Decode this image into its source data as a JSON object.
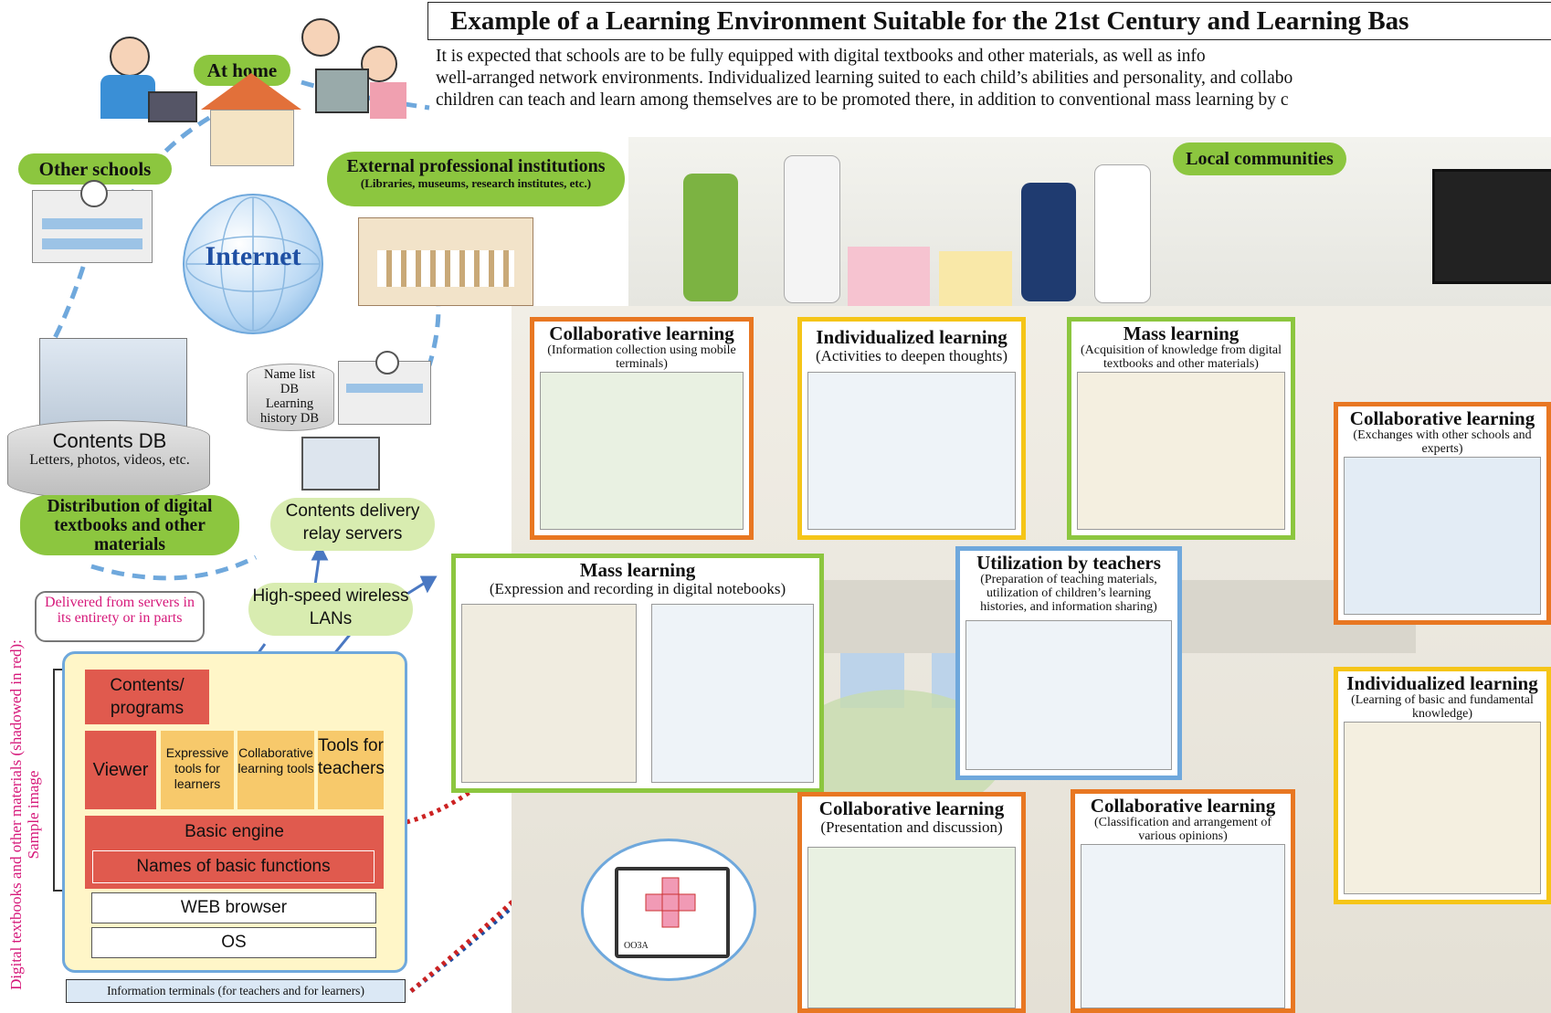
{
  "title": "Example of a Learning Environment Suitable for the 21st Century and Learning Bas",
  "intro": [
    "It is expected that schools are to be fully equipped with digital textbooks and other materials, as well as info",
    "well-arranged network environments. Individualized learning suited to each child’s abilities and personality, and collabo",
    "children can teach and learn among themselves are to be promoted there, in addition to conventional mass learning by c"
  ],
  "left": {
    "at_home": "At home",
    "other_schools": "Other schools",
    "external": "External professional institutions",
    "external_sub": "(Libraries, museums, research institutes, etc.)",
    "internet": "Internet",
    "name_list": [
      "Name list",
      "DB",
      "Learning",
      "history DB"
    ],
    "contents_db": "Contents DB",
    "contents_db_sub": "Letters, photos, videos, etc.",
    "distribution": "Distribution of digital textbooks and other materials",
    "relay": "Contents delivery relay servers",
    "wlan": "High-speed wireless LANs",
    "delivered": "Delivered from servers in its entirety or in parts",
    "side_label": "Digital textbooks and other materials (shadowed in red): Sample image"
  },
  "stack": {
    "contents": "Contents/ programs",
    "viewer": "Viewer",
    "expressive": "Expressive tools for learners",
    "collab_tools": "Collaborative learning tools",
    "tools_teachers": "Tools for teachers",
    "basic_engine": "Basic engine",
    "basic_functions": "Names of basic functions",
    "browser": "WEB browser",
    "os": "OS",
    "terminals": "Information terminals (for teachers and for learners)"
  },
  "local": "Local communities",
  "panels": {
    "collab1": {
      "title": "Collaborative learning",
      "sub": "(Information collection using mobile terminals)"
    },
    "indiv1": {
      "title": "Individualized learning",
      "sub": "(Activities to deepen thoughts)"
    },
    "mass1": {
      "title": "Mass learning",
      "sub": "(Acquisition of knowledge from digital textbooks and other materials)"
    },
    "collab2": {
      "title": "Collaborative learning",
      "sub": "(Exchanges with other schools and experts)"
    },
    "mass2": {
      "title": "Mass learning",
      "sub": "(Expression and recording in digital notebooks)"
    },
    "teachers": {
      "title": "Utilization by teachers",
      "sub": "(Preparation of teaching materials, utilization of children’s learning histories, and information sharing)"
    },
    "indiv2": {
      "title": "Individualized learning",
      "sub": "(Learning of basic and fundamental knowledge)"
    },
    "collab3": {
      "title": "Collaborative learning",
      "sub": "(Presentation and discussion)"
    },
    "collab4": {
      "title": "Collaborative learning",
      "sub": "(Classification and arrangement of various opinions)"
    }
  },
  "bubble_text": "OO3A",
  "colors": {
    "green": "#8cc63f",
    "orange": "#e87722",
    "yellow": "#f5c518",
    "blue": "#6fa8dc",
    "red": "#e05a4e",
    "magenta": "#d6187a"
  }
}
